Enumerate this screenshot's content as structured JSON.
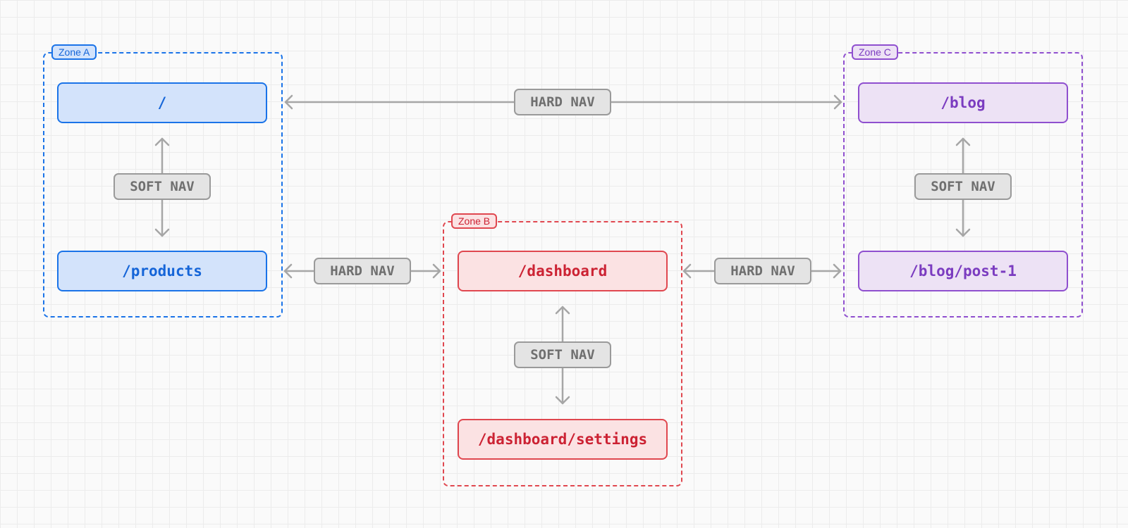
{
  "colors": {
    "zone_a": "#1a73e8",
    "zone_a_fill": "#d3e3fb",
    "zone_a_text": "#1565d8",
    "zone_b": "#e0474f",
    "zone_b_fill": "#fbe2e3",
    "zone_b_text": "#cc2233",
    "zone_c": "#8f4fcf",
    "zone_c_fill": "#ede2f5",
    "zone_c_text": "#7b3cc0",
    "arrow": "#a6a6a6"
  },
  "zones": {
    "a": {
      "label": "Zone A",
      "routes": [
        "/",
        "/products"
      ]
    },
    "b": {
      "label": "Zone B",
      "routes": [
        "/dashboard",
        "/dashboard/settings"
      ]
    },
    "c": {
      "label": "Zone C",
      "routes": [
        "/blog",
        "/blog/post-1"
      ]
    }
  },
  "navs": {
    "hard_top": "HARD NAV",
    "hard_a_b": "HARD NAV",
    "hard_b_c": "HARD NAV",
    "soft_a": "SOFT NAV",
    "soft_b": "SOFT NAV",
    "soft_c": "SOFT NAV"
  }
}
